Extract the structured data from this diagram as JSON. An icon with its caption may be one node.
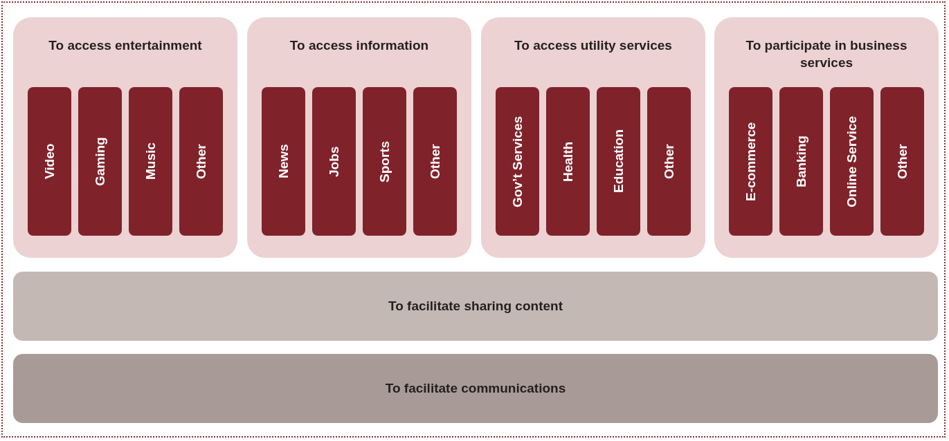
{
  "diagram": {
    "nodes": [
      {
        "text": [
          "To access entertainment"
        ]
      },
      {
        "text": [
          "Video"
        ],
        "in": 0
      },
      {
        "text": [
          "Gaming"
        ],
        "in": 0
      },
      {
        "text": [
          "Music"
        ],
        "in": 0
      },
      {
        "text": [
          "Other"
        ],
        "in": 0
      },
      {
        "text": [
          "To access information"
        ]
      },
      {
        "text": [
          "News"
        ],
        "in": 5
      },
      {
        "text": [
          "Jobs"
        ],
        "in": 5
      },
      {
        "text": [
          "Sports"
        ],
        "in": 5
      },
      {
        "text": [
          "Other"
        ],
        "in": 5
      },
      {
        "text": [
          "To access utility services"
        ]
      },
      {
        "text": [
          "Gov’t Services"
        ],
        "in": 10
      },
      {
        "text": [
          "Health"
        ],
        "in": 10
      },
      {
        "text": [
          "Education"
        ],
        "in": 10
      },
      {
        "text": [
          "Other"
        ],
        "in": 10
      },
      {
        "text": [
          "To participate in business services"
        ]
      },
      {
        "text": [
          "E-commerce"
        ],
        "in": 15
      },
      {
        "text": [
          "Banking"
        ],
        "in": 15
      },
      {
        "text": [
          "Online Service"
        ],
        "in": 15
      },
      {
        "text": [
          "Other"
        ],
        "in": 15
      },
      {
        "text": [
          "To facilitate sharing content"
        ]
      },
      {
        "text": [
          "To facilitate communications"
        ]
      }
    ],
    "edges": []
  }
}
